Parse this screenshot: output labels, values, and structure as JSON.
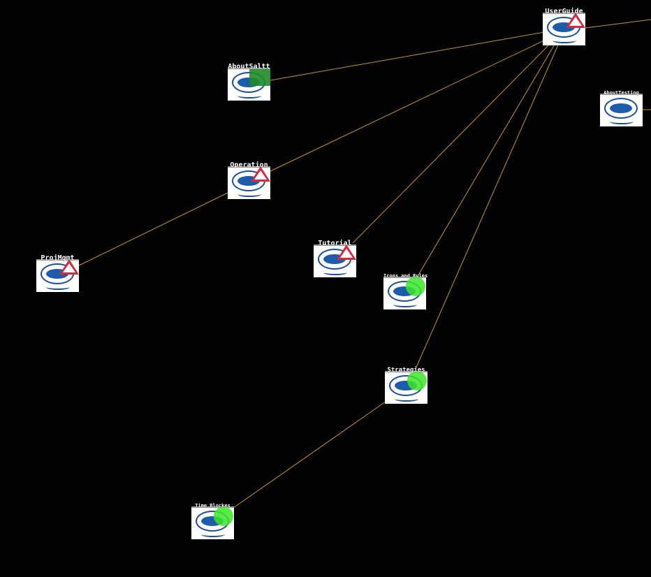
{
  "nodes": [
    {
      "id": "userguide",
      "label": "UserGuide",
      "status": "warning"
    },
    {
      "id": "aboutsaltt",
      "label": "AboutSaltt",
      "status": "done"
    },
    {
      "id": "abouttesting",
      "label": "AboutTesting",
      "status": "none"
    },
    {
      "id": "operation",
      "label": "Operation",
      "status": "warning"
    },
    {
      "id": "projmgmt",
      "label": "ProjMgmt",
      "status": "warning"
    },
    {
      "id": "tutorial",
      "label": "Tutorial",
      "status": "warning"
    },
    {
      "id": "icons",
      "label": "Icons and Rules",
      "status": "in-progress"
    },
    {
      "id": "strategies",
      "label": "Strategies",
      "status": "in-progress"
    },
    {
      "id": "timeblockes",
      "label": "Time Blockes",
      "status": "in-progress"
    }
  ],
  "colors": {
    "background": "#020202",
    "edge": "#c8952c",
    "warning": "#d8283c",
    "done": "#1e8c28",
    "in_progress": "#3ce628"
  }
}
